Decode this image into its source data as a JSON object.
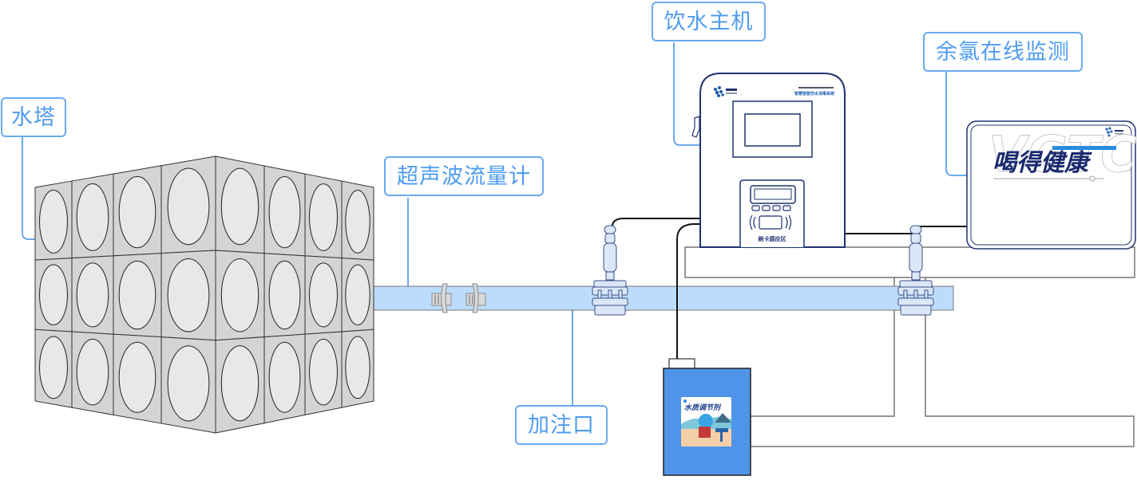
{
  "labels": {
    "water_tower": "水塔",
    "flowmeter": "超声波流量计",
    "host": "饮水主机",
    "chlorine_monitor": "余氯在线监测",
    "dosing_port": "加注口"
  },
  "host_unit": {
    "card_area_label": "刷卡感应区",
    "brand_header": "智慧智能饮水消毒系统"
  },
  "monitor_unit": {
    "slogan": "喝得健康",
    "watermark": "VGTC"
  },
  "dosing_tank": {
    "sticker_title": "水质调节剂"
  },
  "colors": {
    "callout": "#6aaaf0",
    "pipe_fill": "#bcdcfb",
    "device_stroke": "#1f3370",
    "tank_blue": "#4f94e8",
    "tower_panel": "#d4d4d4",
    "tower_disc": "#e8e8e8"
  }
}
